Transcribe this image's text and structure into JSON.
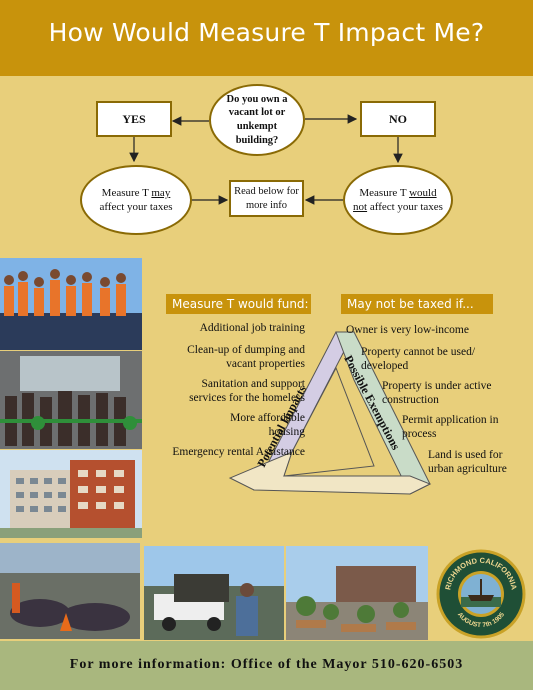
{
  "header": {
    "title": "How Would Measure T Impact Me?"
  },
  "flow": {
    "question": "Do you own a vacant lot or unkempt building?",
    "yes": "YES",
    "no": "NO",
    "may_a": "Measure T ",
    "may_b": "may",
    "may_c": " affect your taxes",
    "wouldnot_a": "Measure T ",
    "wouldnot_b": "would not",
    "wouldnot_c": " affect your taxes",
    "readbelow": "Read below for more info"
  },
  "fund": {
    "header": "Measure T would fund:",
    "items": [
      "Additional job training",
      "Clean-up of dumping and vacant properties",
      "Sanitation and support services for the homeless",
      "More affordable housing",
      "Emergency rental Assistance"
    ]
  },
  "exempt": {
    "header": "May not be taxed if...",
    "items": [
      "Owner is very low-income",
      "Property cannot be used/ developed",
      "Property is under active construction",
      "Permit application in process",
      "Land is used for urban agriculture"
    ]
  },
  "triangle": {
    "left": "Potential Impacts",
    "right": "Possible Exemptions"
  },
  "seal": {
    "top": "RICHMOND CALIFORNIA",
    "bottom": "AUGUST 7th 1905"
  },
  "footer": {
    "text": "For more information: Office of the Mayor 510-620-6503"
  },
  "colors": {
    "gold": "#c8930c",
    "background": "#e8cf7b",
    "footer": "#a9b77e",
    "lavender": "#d4cde4",
    "mint": "#c9dcc8",
    "cream": "#f1e6c5"
  }
}
